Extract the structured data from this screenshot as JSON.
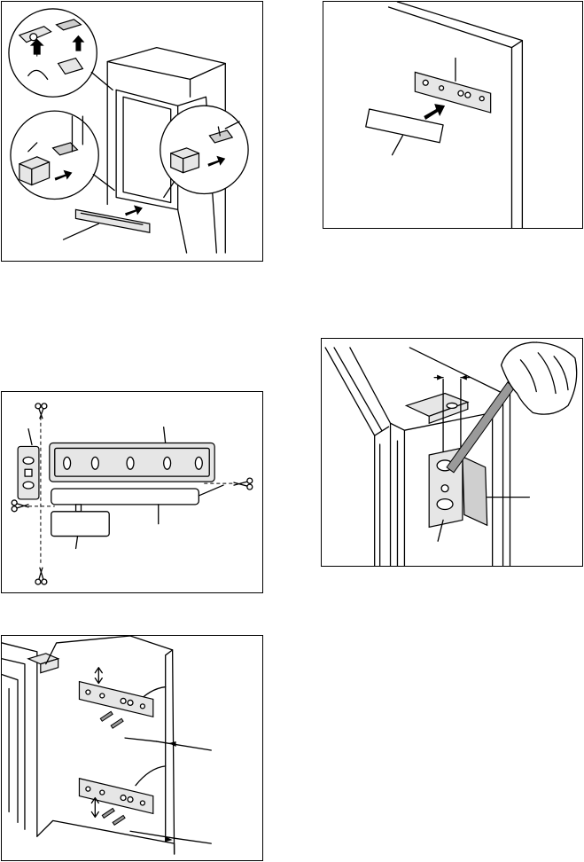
{
  "figures": [
    {
      "id": "fig-1",
      "elements": [
        "door-frame",
        "hinge-cover-block",
        "hinge-cap-clip",
        "bottom-vent-strip",
        "callout-circles",
        "push-arrows"
      ]
    },
    {
      "id": "fig-2",
      "elements": [
        "door-panel",
        "hinge-bracket",
        "cover-plate",
        "push-arrow"
      ]
    },
    {
      "id": "fig-3",
      "elements": [
        "accessory-sprue",
        "hinge-bracket-part",
        "cover-plate-part",
        "scissors-cut-marks"
      ]
    },
    {
      "id": "fig-4",
      "elements": [
        "cabinet-corner",
        "hinge-plate",
        "screwdriver",
        "hand",
        "gap-arrows"
      ]
    },
    {
      "id": "fig-5",
      "elements": [
        "cabinet-and-door",
        "upper-hinge-bracket",
        "lower-hinge-bracket",
        "screws",
        "distance-arrows"
      ]
    }
  ],
  "icons": [
    "scissors-icon",
    "arrow-icon",
    "screw-icon",
    "screwdriver-icon"
  ],
  "colors": {
    "line": "#000000",
    "fill_light": "#e6e6e6",
    "fill_mid": "#cfcfcf",
    "fill_dark": "#9a9a9a",
    "background": "#ffffff"
  }
}
